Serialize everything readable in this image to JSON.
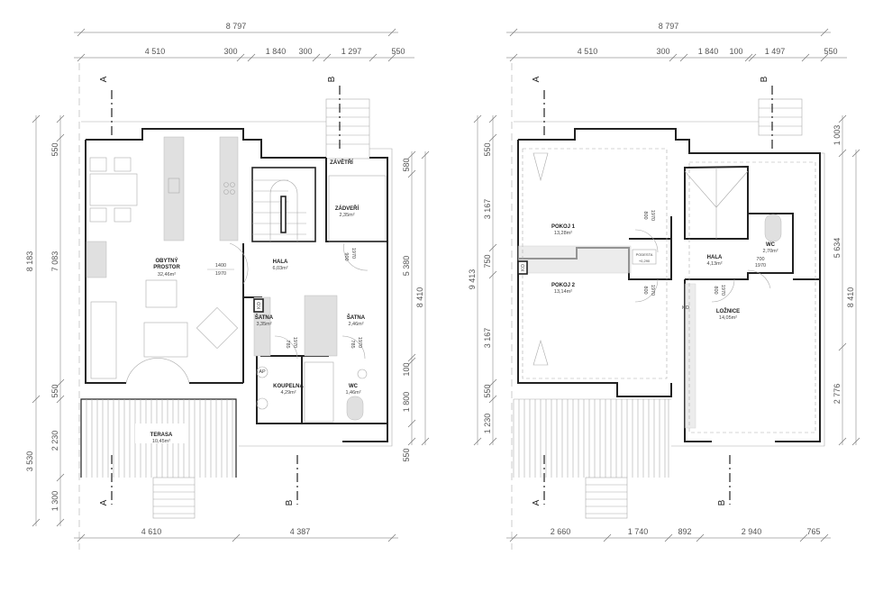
{
  "ground_floor": {
    "dims_top_total": "8 797",
    "dims_top": [
      "4 510",
      "300",
      "1 840",
      "300",
      "1 297",
      "550"
    ],
    "dims_bottom": [
      "4 610",
      "4 387"
    ],
    "dims_left_outer": [
      "8 183",
      "3 530"
    ],
    "dims_left_inner": [
      "550",
      "7 083",
      "550",
      "2 230",
      "1 300"
    ],
    "dims_right_inner": [
      "580",
      "5 380",
      "100",
      "1 800",
      "550"
    ],
    "dims_right_outer": "8 410",
    "rooms": [
      {
        "name": "OBYTNÝ",
        "name2": "PROSTOR",
        "area": "32,46m²"
      },
      {
        "name": "HALA",
        "area": "6,03m²"
      },
      {
        "name": "ZÁVĚTŘÍ"
      },
      {
        "name": "ZÁDVEŘÍ",
        "area": "2,35m²"
      },
      {
        "name": "ŠATNA",
        "area": "3,35m²"
      },
      {
        "name": "ŠATNA",
        "area": "2,46m²"
      },
      {
        "name": "KOUPELNA",
        "area": "4,29m²"
      },
      {
        "name": "WC",
        "area": "1,46m²"
      },
      {
        "name": "TERASA",
        "area": "10,45m²"
      }
    ],
    "door_main": [
      "1400",
      "1970"
    ],
    "doors": [
      [
        "900",
        "1970"
      ],
      [
        "785",
        "1970"
      ],
      [
        "785",
        "1970"
      ]
    ],
    "ko": "KO",
    "ap": "AP"
  },
  "upper_floor": {
    "dims_top_total": "8 797",
    "dims_top": [
      "4 510",
      "300",
      "1 840",
      "100",
      "1 497",
      "550"
    ],
    "dims_bottom": [
      "2 660",
      "1 740",
      "892",
      "2 940",
      "765"
    ],
    "dims_left_outer": "9 413",
    "dims_left_inner": [
      "550",
      "3 167",
      "750",
      "3 167",
      "550",
      "1 230"
    ],
    "dims_right_inner": [
      "1 003",
      "5 634",
      "2 776"
    ],
    "dims_right_outer": "8 410",
    "rooms": [
      {
        "name": "POKOJ 1",
        "area": "13,28m²"
      },
      {
        "name": "POKOJ 2",
        "area": "13,14m²"
      },
      {
        "name": "HALA",
        "area": "4,13m²"
      },
      {
        "name": "WC",
        "area": "2,70m²"
      },
      {
        "name": "LOŽNICE",
        "area": "14,05m²"
      }
    ],
    "podesta": [
      "PODESTA",
      "+0,290"
    ],
    "door_wc": [
      "700",
      "1970"
    ],
    "doors": [
      [
        "800",
        "1970"
      ],
      [
        "800",
        "1970"
      ],
      [
        "800",
        "1970"
      ]
    ],
    "ko": "KO"
  },
  "sections": {
    "a": "A",
    "b": "B"
  }
}
